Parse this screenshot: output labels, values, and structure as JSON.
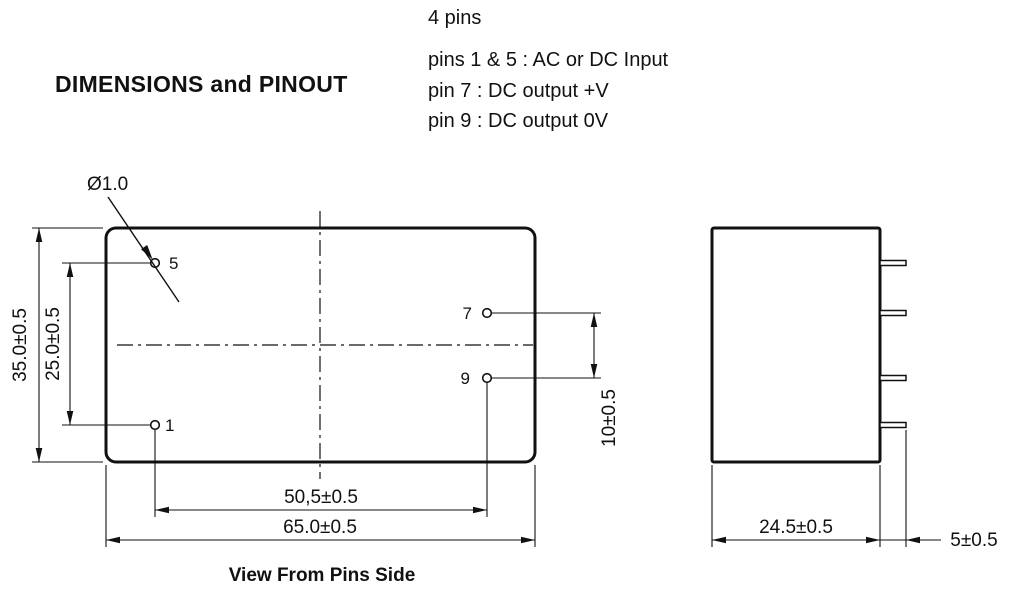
{
  "header": {
    "title": "DIMENSIONS and PINOUT"
  },
  "notes": {
    "pins_count": "4 pins",
    "input_pins": "pins 1 & 5 : AC or DC Input",
    "output_plus": "pin 7 : DC output +V",
    "output_zero": "pin 9 : DC output 0V"
  },
  "front_view": {
    "caption": "View From Pins Side",
    "pins": {
      "p1": "1",
      "p5": "5",
      "p7": "7",
      "p9": "9"
    },
    "dims": {
      "hole_diameter": "Ø1.0",
      "body_height": "35.0±0.5",
      "input_pin_pitch": "25.0±0.5",
      "output_pin_pitch": "10±0.5",
      "pin_span": "50,5±0.5",
      "body_width": "65.0±0.5"
    }
  },
  "side_view": {
    "dims": {
      "body_depth": "24.5±0.5",
      "pin_length": "5±0.5"
    }
  }
}
